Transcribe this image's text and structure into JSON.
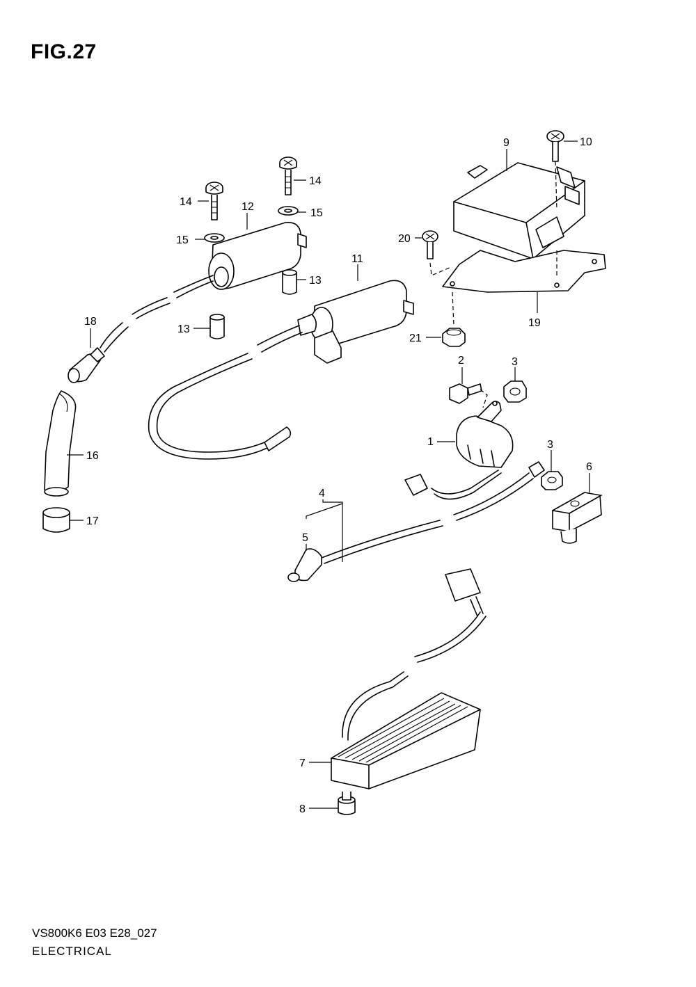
{
  "figure": {
    "title": "FIG.27",
    "code": "VS800K6 E03 E28_027",
    "name": "ELECTRICAL"
  },
  "callouts": {
    "p1": "1",
    "p2": "2",
    "p3a": "3",
    "p3b": "3",
    "p4": "4",
    "p5": "5",
    "p6": "6",
    "p7": "7",
    "p8": "8",
    "p9": "9",
    "p10": "10",
    "p11": "11",
    "p12": "12",
    "p13a": "13",
    "p13b": "13",
    "p14a": "14",
    "p14b": "14",
    "p15a": "15",
    "p15b": "15",
    "p16": "16",
    "p17": "17",
    "p18": "18",
    "p19": "19",
    "p20": "20",
    "p21": "21"
  }
}
